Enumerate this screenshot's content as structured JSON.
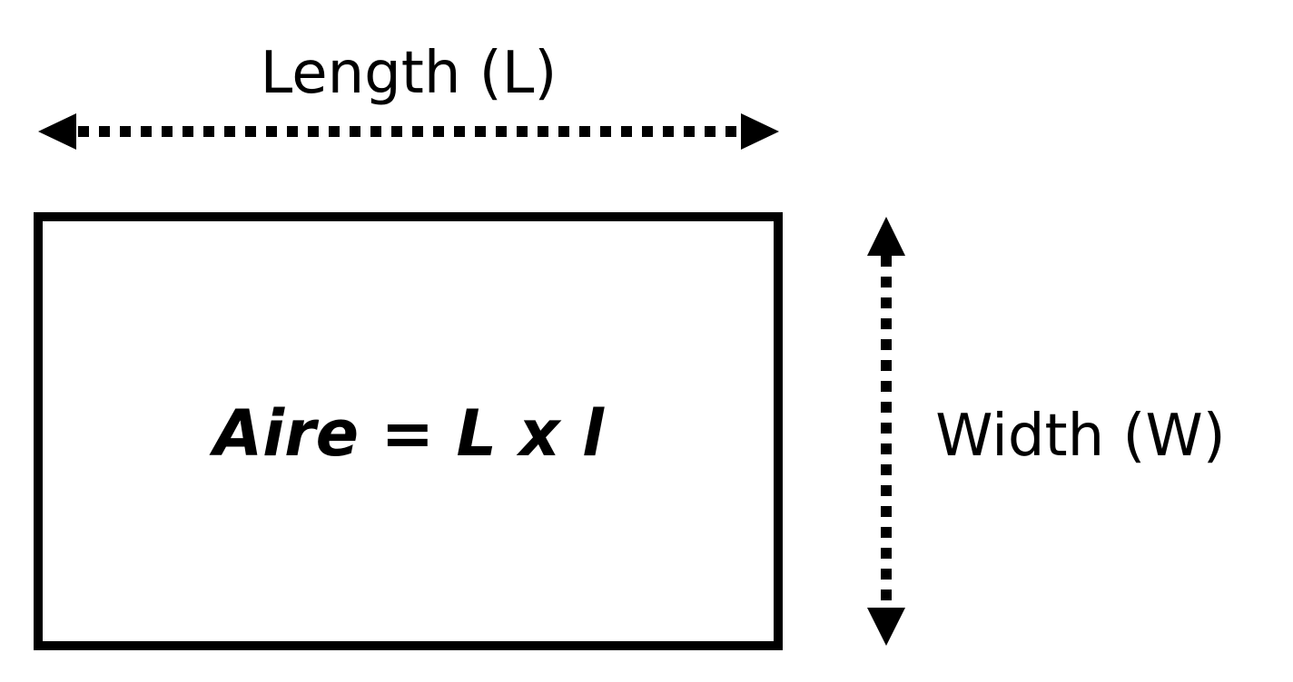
{
  "diagram": {
    "length_label": "Length (L)",
    "width_label": "Width (W)",
    "formula": "Aire = L x l",
    "stroke_color": "#000000",
    "background_color": "#ffffff"
  }
}
